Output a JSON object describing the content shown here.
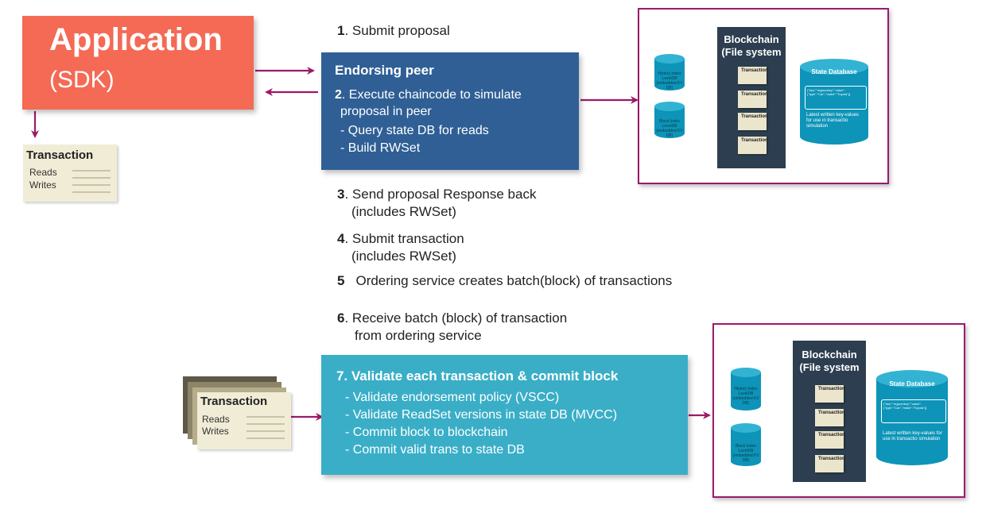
{
  "application": {
    "title": "Application",
    "subtitle": "(SDK)"
  },
  "tx_doc_top": {
    "title": "Transaction",
    "reads": "Reads",
    "writes": "Writes"
  },
  "tx_doc_bottom": {
    "title": "Transaction",
    "reads": "Reads",
    "writes": "Writes"
  },
  "steps": {
    "s1_num": "1",
    "s1_text": ". Submit proposal",
    "s3_num": "3",
    "s3_text": ". Send proposal Response back",
    "s3_text2": "(includes RWSet)",
    "s4_num": "4",
    "s4_text": ". Submit transaction",
    "s4_text2": "(includes RWSet)",
    "s5_num": "5",
    "s5_text": "Ordering service creates batch(block) of transactions",
    "s6_num": "6",
    "s6_text": ". Receive batch (block) of transaction",
    "s6_text2": "from ordering service"
  },
  "endorsing": {
    "heading": "Endorsing peer",
    "step_num": "2",
    "line1": ". Execute chaincode to simulate",
    "line2": "proposal in peer",
    "line3": "- Query state DB for reads",
    "line4": "- Build RWSet"
  },
  "validate": {
    "heading": "7. Validate each transaction & commit block",
    "lines": [
      "- Validate endorsement policy (VSCC)",
      "- Validate ReadSet versions in state DB (MVCC)",
      "- Commit block to blockchain",
      "- Commit valid trans to state DB"
    ]
  },
  "ledger": {
    "chain_title1": "Blockchain",
    "chain_title2": "(File system",
    "block_label": "Transaction",
    "history_index": "History Index LevelDB (embedded KV DB)",
    "block_index": "Block Index LevelDB (embedded KV DB)",
    "state_db_title": "State Database",
    "state_note": "Latest written key-values for use in transactio simulation",
    "state_json": "{\"key\":\"myjsonkey\",\"value\":{\"type\":\"Car\",\"make\":\"Toyota\"}}"
  },
  "colors": {
    "app": "#f46a55",
    "endorse": "#2f5f95",
    "validate": "#3aaec7",
    "arrow": "#9b1a68",
    "ledger_border": "#9b1a68",
    "chain": "#2c3e4f",
    "db": "#0d94b8"
  }
}
